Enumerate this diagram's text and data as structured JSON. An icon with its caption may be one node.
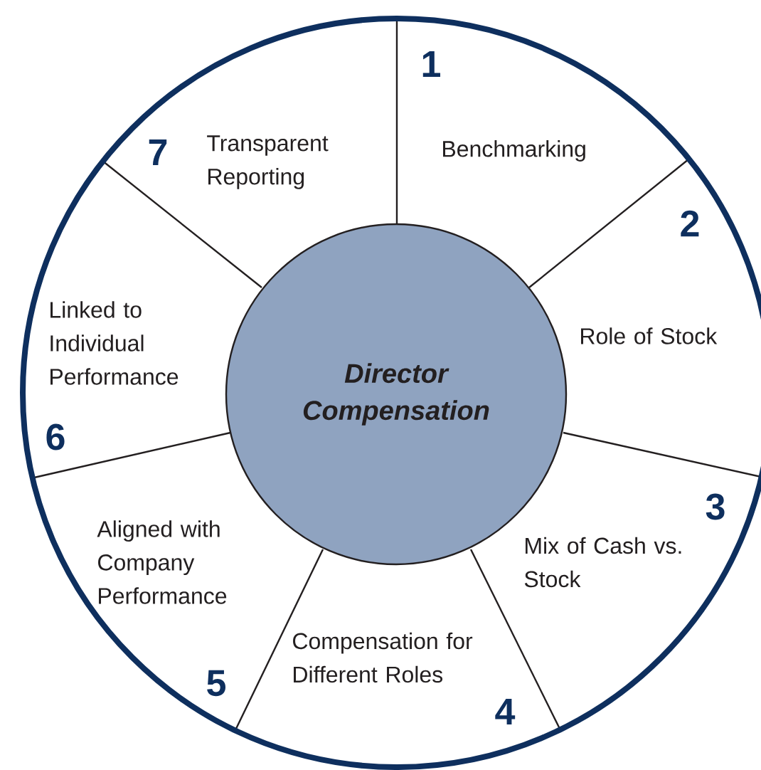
{
  "diagram": {
    "nodes": [
      {
        "text": [
          "Director Compensation"
        ]
      },
      {
        "text": [
          "1",
          "Benchmarking"
        ]
      },
      {
        "text": [
          "2",
          "Role of Stock"
        ]
      },
      {
        "text": [
          "3",
          "Mix of Cash vs. Stock"
        ]
      },
      {
        "text": [
          "Compensation for Different Roles",
          "4"
        ]
      },
      {
        "text": [
          "Aligned with Company Performance",
          "5"
        ]
      },
      {
        "text": [
          "Linked to Individual Performance",
          "6"
        ]
      },
      {
        "text": [
          "7",
          "Transparent Reporting"
        ]
      }
    ]
  }
}
